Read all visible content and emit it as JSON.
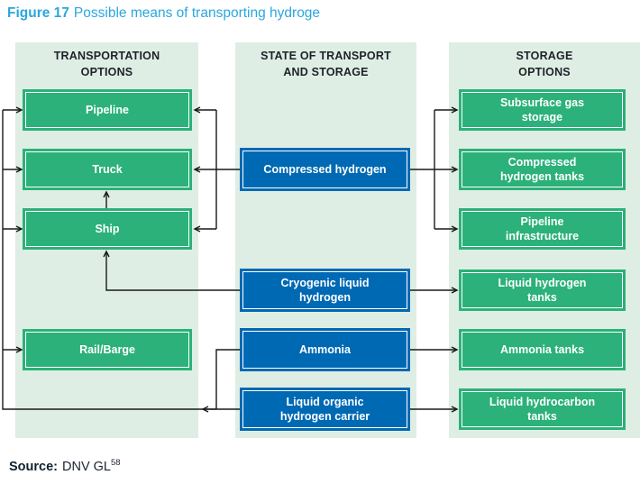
{
  "title": {
    "figure_label": "Figure 17",
    "text": "Possible means of transporting hydroge"
  },
  "columns": {
    "transportation": {
      "header": "TRANSPORTATION\nOPTIONS",
      "nodes": [
        {
          "label": "Pipeline"
        },
        {
          "label": "Truck"
        },
        {
          "label": "Ship"
        },
        {
          "label": "Rail/Barge"
        }
      ]
    },
    "state": {
      "header": "STATE OF TRANSPORT\nAND STORAGE",
      "nodes": [
        {
          "label": "Compressed hydrogen"
        },
        {
          "label": "Cryogenic liquid\nhydrogen"
        },
        {
          "label": "Ammonia"
        },
        {
          "label": "Liquid organic\nhydrogen carrier"
        }
      ]
    },
    "storage": {
      "header": "STORAGE\nOPTIONS",
      "nodes": [
        {
          "label": "Subsurface gas\nstorage"
        },
        {
          "label": "Compressed\nhydrogen tanks"
        },
        {
          "label": "Pipeline\ninfrastructure"
        },
        {
          "label": "Liquid hydrogen\ntanks"
        },
        {
          "label": "Ammonia tanks"
        },
        {
          "label": "Liquid hydrocarbon\ntanks"
        }
      ]
    }
  },
  "edges": [
    {
      "from": "Compressed hydrogen",
      "to": [
        "Pipeline",
        "Truck",
        "Ship"
      ]
    },
    {
      "from": "Compressed hydrogen",
      "to": [
        "Subsurface gas storage",
        "Compressed hydrogen tanks",
        "Pipeline infrastructure"
      ]
    },
    {
      "from": "Cryogenic liquid hydrogen",
      "to": [
        "Ship",
        "Truck"
      ]
    },
    {
      "from": "Cryogenic liquid hydrogen",
      "to": [
        "Liquid hydrogen tanks"
      ]
    },
    {
      "from": "Ammonia",
      "to": [
        "Pipeline",
        "Truck",
        "Ship",
        "Rail/Barge"
      ]
    },
    {
      "from": "Ammonia",
      "to": [
        "Ammonia tanks"
      ]
    },
    {
      "from": "Liquid organic hydrogen carrier",
      "to": [
        "Pipeline",
        "Truck",
        "Ship",
        "Rail/Barge"
      ]
    },
    {
      "from": "Liquid organic hydrogen carrier",
      "to": [
        "Liquid hydrocarbon tanks"
      ]
    }
  ],
  "source": {
    "label": "Source:",
    "text": "DNV GL",
    "superscript": "58"
  },
  "colors": {
    "title_blue": "#2AA7DE",
    "node_green": "#2BB179",
    "node_blue": "#0069B4",
    "panel_green": "#DFEEE4",
    "line_black": "#1A1A1A",
    "text_dark": "#1D2229"
  }
}
